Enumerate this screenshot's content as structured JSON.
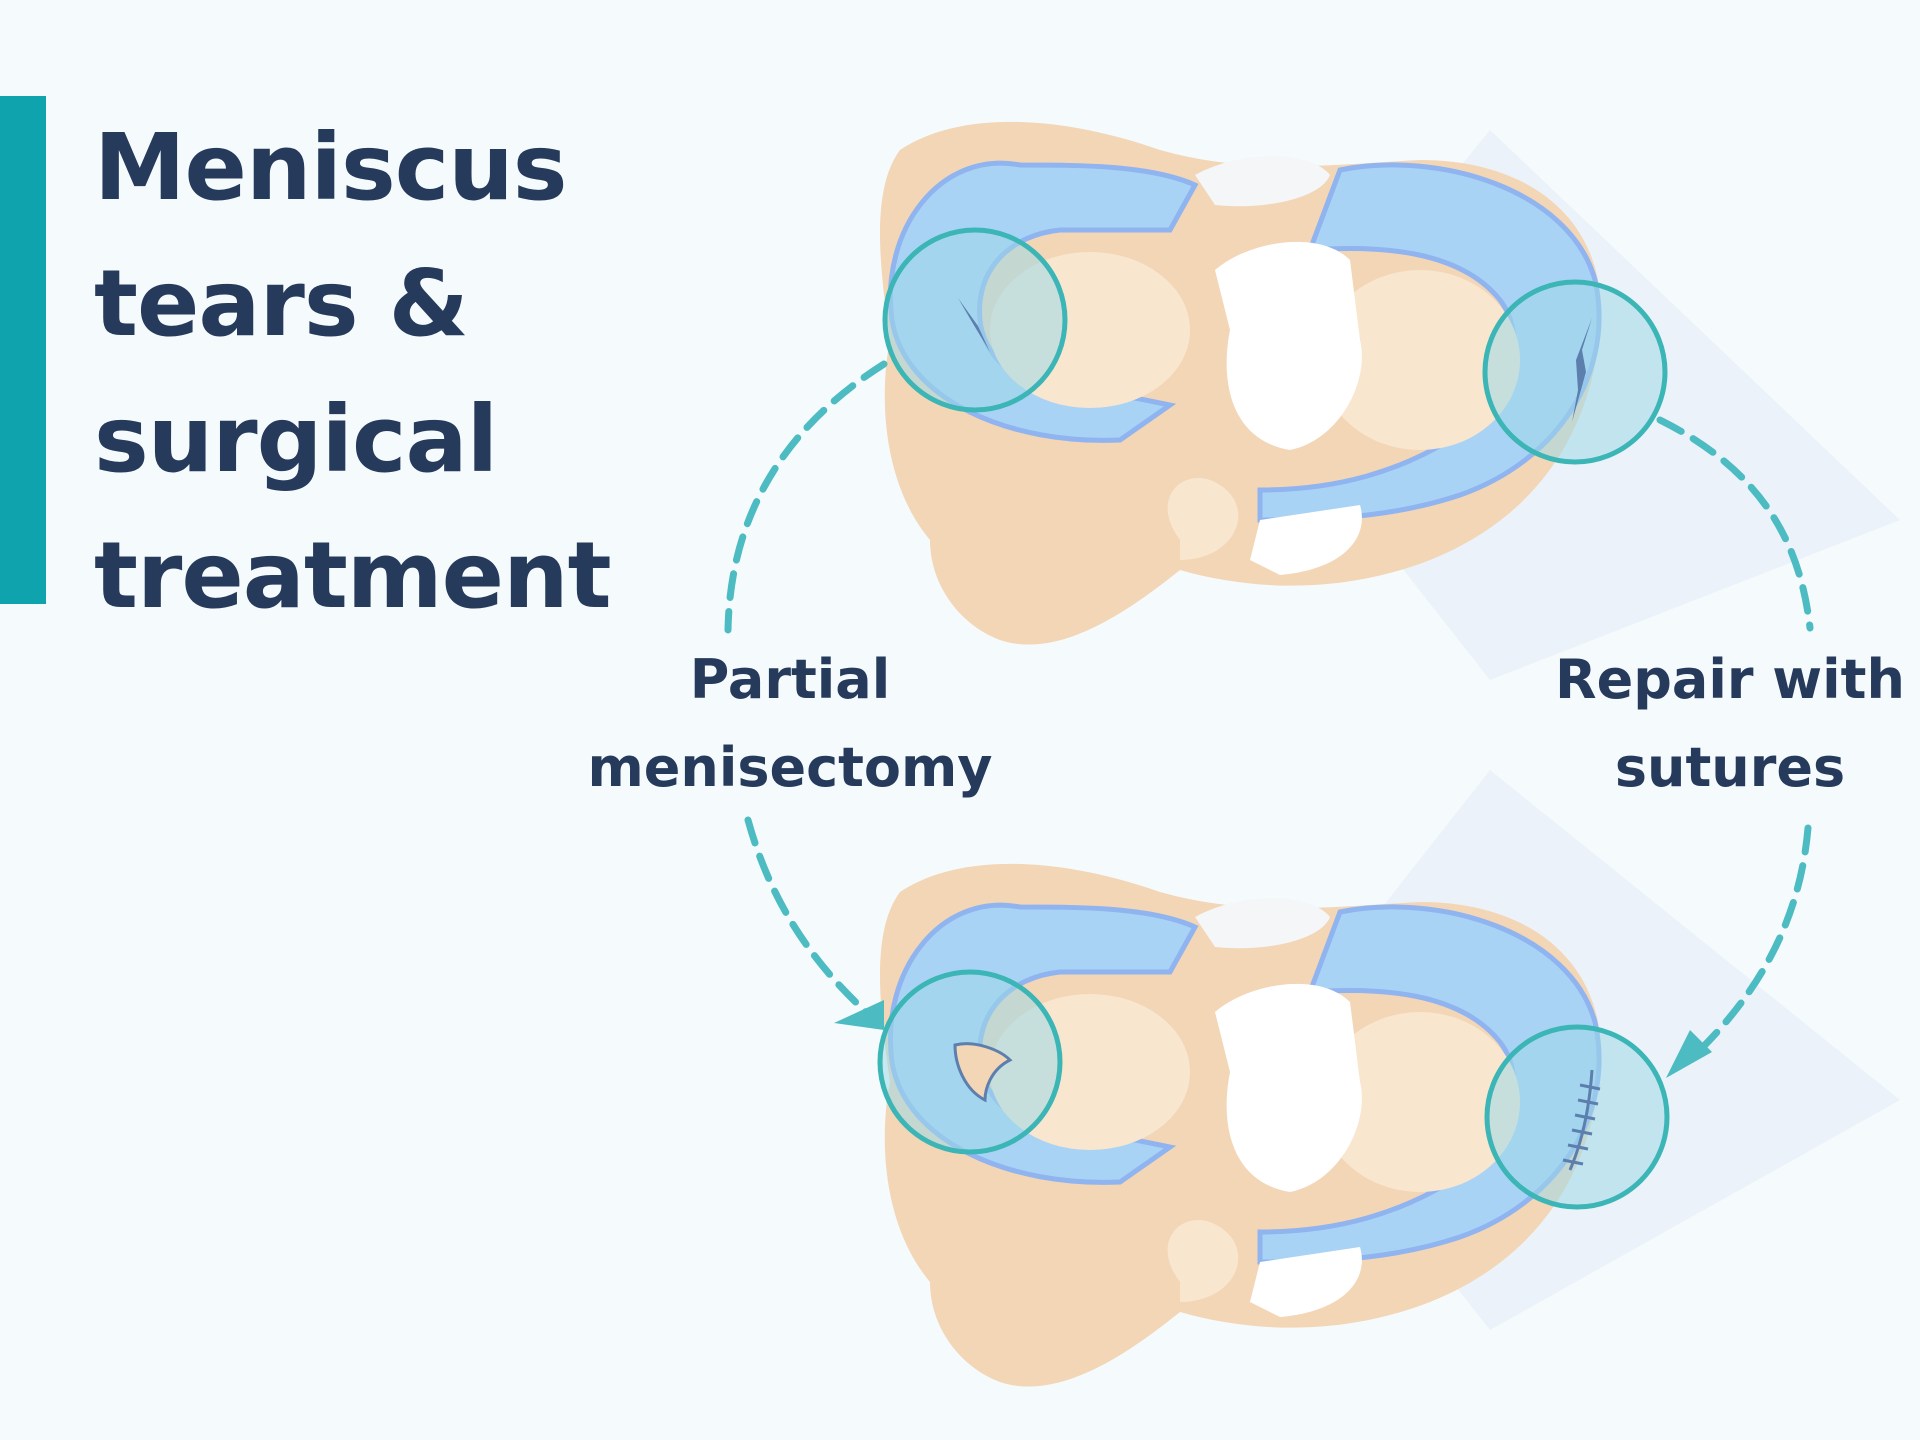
{
  "title": {
    "lines": [
      "Meniscus",
      "tears &",
      "surgical",
      "treatment"
    ]
  },
  "procedures": {
    "left": {
      "lines": [
        "Partial",
        "menisectomy"
      ]
    },
    "right": {
      "lines": [
        "Repair with",
        "sutures"
      ]
    }
  },
  "colors": {
    "background": "#f5fafc",
    "accent_bar": "#0fa3ad",
    "heading_text": "#263a5b",
    "bone": "#f2d6b6",
    "bone_light": "#f9e6cf",
    "meniscus": "#a9d3f5",
    "meniscus_edge": "#8fb4f0",
    "magnifier_ring": "#3bb5b5",
    "magnifier_fill": "#9fd8e8",
    "arrow": "#4dbbc2",
    "ligament": "#ffffff"
  },
  "icons": {
    "tear": "meniscus-tear-icon",
    "resected_area": "resection-notch-icon",
    "sutures": "suture-stitches-icon",
    "flow_arrows": "curved-dashed-arrow-icon"
  }
}
